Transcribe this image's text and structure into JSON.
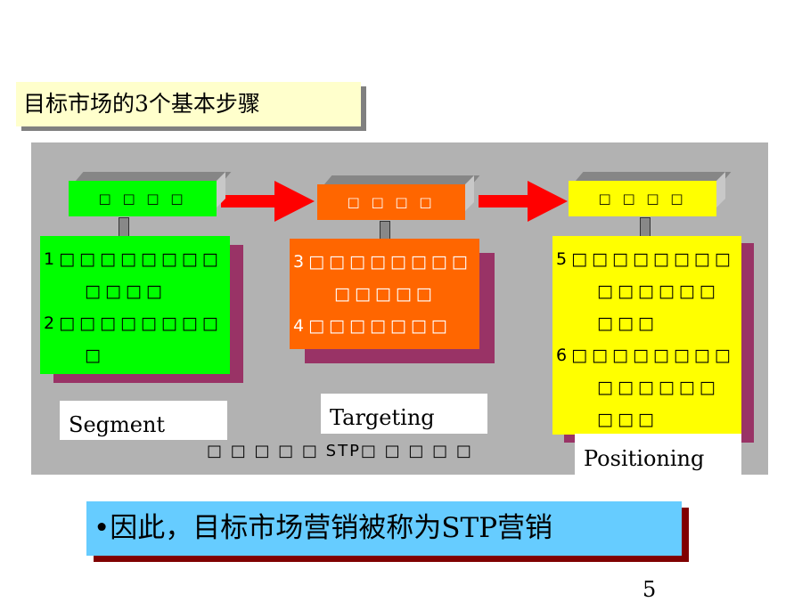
{
  "title": "目标市场的3个基本步骤",
  "steps": [
    {
      "header": "□ □ □ □",
      "label": "Segment",
      "lines": [
        "1□□□□□□□□",
        "□□□□",
        "2□□□□□□□□",
        "□"
      ]
    },
    {
      "header": "□ □ □ □",
      "label": "Targeting",
      "lines": [
        "3□□□□□□□□",
        "□□□□□",
        "4□□□□□□□"
      ]
    },
    {
      "header": "□ □ □ □",
      "label": "Positioning",
      "lines": [
        "5□□□□□□□□",
        "□□□□□□",
        "□□□",
        "6□□□□□□□□",
        "□□□□□□",
        "□□□"
      ]
    }
  ],
  "caption": "□ □ □ □ □ STP□ □ □ □ □",
  "banner": "•因此，目标市场营销被称为STP营销",
  "page_number": "5",
  "colors": {
    "segment": "#00ff00",
    "targeting": "#ff6600",
    "positioning": "#ffff00",
    "shadow": "#993366"
  }
}
